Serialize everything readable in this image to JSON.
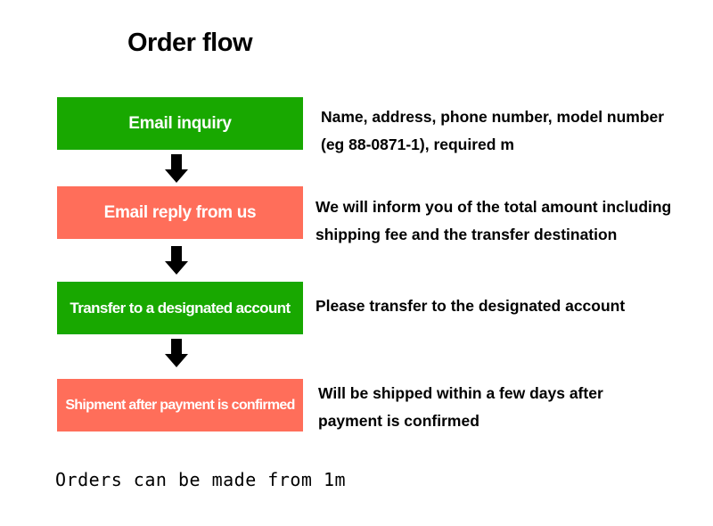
{
  "title": "Order flow",
  "colors": {
    "green": "#18a800",
    "salmon": "#ff6e5a",
    "arrow": "#000000"
  },
  "steps": [
    {
      "label": "Email inquiry",
      "color": "green",
      "description": [
        "Name, address, phone number, model number",
        "(eg 88-0871-1), required m"
      ]
    },
    {
      "label": "Email reply from us",
      "color": "salmon",
      "description": [
        "We will inform you of the total amount including",
        "shipping fee and the transfer destination"
      ]
    },
    {
      "label": "Transfer to a designated account",
      "color": "green",
      "description": [
        "Please transfer to the designated account"
      ]
    },
    {
      "label": "Shipment after payment is confirmed",
      "color": "salmon",
      "description": [
        "Will be shipped within a few days after",
        "payment is confirmed"
      ]
    }
  ],
  "arrows": [
    "down-arrow-icon",
    "down-arrow-icon",
    "down-arrow-icon"
  ],
  "footer": "Orders can be made from 1m"
}
